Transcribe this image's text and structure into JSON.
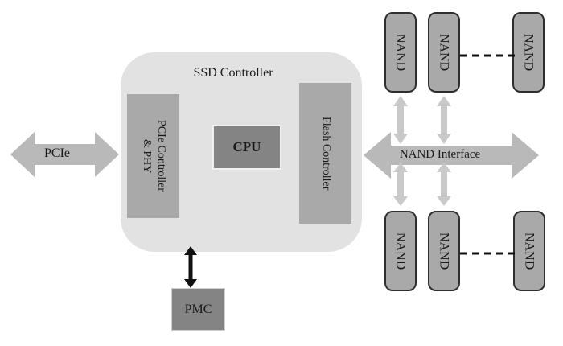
{
  "diagram": {
    "title": "SSD Controller",
    "pcie_label": "PCIe",
    "pcie_phy": {
      "line1": "PCIe Controller",
      "line2": "& PHY"
    },
    "cpu": "CPU",
    "flash": "Flash Controller",
    "pmc": "PMC",
    "nand_interface": "NAND Interface",
    "nand": "NAND"
  },
  "colors": {
    "ssd_bg": "#e2e2e2",
    "module_gray": "#a9a9a9",
    "chip_dark": "#848484",
    "arrow_gray": "#b9b9b9",
    "arrow_light": "#c9c9c9",
    "nand_border": "#2e2e2e",
    "ink": "#1a1a1a"
  }
}
